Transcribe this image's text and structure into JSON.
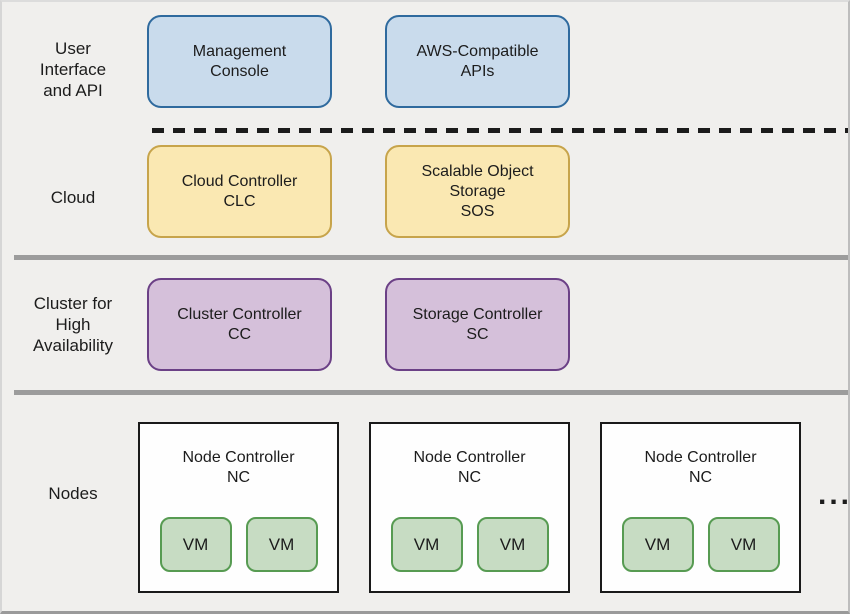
{
  "diagram": {
    "type": "layered-architecture",
    "ellipsis": "...",
    "colors": {
      "background": "#f0efed",
      "ui_box_fill": "#c9dbec",
      "ui_box_border": "#2f6a9e",
      "cloud_box_fill": "#fae8b2",
      "cloud_box_border": "#c7a44b",
      "cluster_box_fill": "#d5c0da",
      "cluster_box_border": "#6b4086",
      "node_box_fill": "#fefefe",
      "node_box_border": "#1a1a1a",
      "vm_box_fill": "#c7dcc3",
      "vm_box_border": "#579b52",
      "separator": "#9c9c9c",
      "dashed_line": "#1b1b1b",
      "text": "#1c1c1c"
    },
    "layers": {
      "ui": {
        "label_lines": [
          "User",
          "Interface",
          "and API"
        ],
        "boxes": [
          {
            "title_lines": [
              "Management",
              "Console"
            ]
          },
          {
            "title_lines": [
              "AWS-Compatible",
              "APIs"
            ]
          }
        ]
      },
      "cloud": {
        "label_lines": [
          "Cloud"
        ],
        "boxes": [
          {
            "title_lines": [
              "Cloud Controller",
              "CLC"
            ]
          },
          {
            "title_lines": [
              "Scalable Object",
              "Storage",
              "SOS"
            ]
          }
        ]
      },
      "cluster": {
        "label_lines": [
          "Cluster for",
          "High",
          "Availability"
        ],
        "boxes": [
          {
            "title_lines": [
              "Cluster Controller",
              "CC"
            ]
          },
          {
            "title_lines": [
              "Storage Controller",
              "SC"
            ]
          }
        ]
      },
      "nodes": {
        "label_lines": [
          "Nodes"
        ],
        "node_boxes": [
          {
            "title_lines": [
              "Node Controller",
              "NC"
            ],
            "vm_labels": [
              "VM",
              "VM"
            ]
          },
          {
            "title_lines": [
              "Node Controller",
              "NC"
            ],
            "vm_labels": [
              "VM",
              "VM"
            ]
          },
          {
            "title_lines": [
              "Node Controller",
              "NC"
            ],
            "vm_labels": [
              "VM",
              "VM"
            ]
          }
        ]
      }
    }
  }
}
